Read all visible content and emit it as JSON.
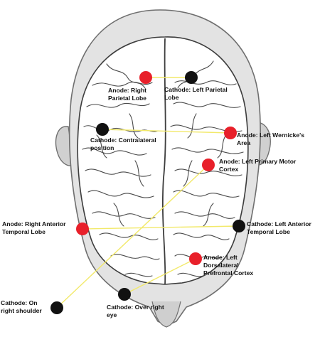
{
  "diagram": {
    "colors": {
      "anode": "#e8202a",
      "cathode": "#111111",
      "connector": "#f2e96a",
      "head_fill": "#e3e3e3",
      "head_stroke": "#6f6f6f",
      "brain_fill": "#ffffff",
      "sulcus": "#4a4a4a"
    },
    "electrodes": [
      {
        "id": "anode-right-parietal",
        "kind": "anode",
        "label_lines": [
          "Anode: Right",
          "Parietal Lobe"
        ]
      },
      {
        "id": "cathode-left-parietal",
        "kind": "cathode",
        "label_lines": [
          "Cathode: Left Parietal",
          "Lobe"
        ]
      },
      {
        "id": "cathode-contralateral",
        "kind": "cathode",
        "label_lines": [
          "Cathode: Contralateral",
          "position"
        ]
      },
      {
        "id": "anode-left-wernicke",
        "kind": "anode",
        "label_lines": [
          "Anode: Left Wernicke's",
          "Area"
        ]
      },
      {
        "id": "anode-left-primary-motor",
        "kind": "anode",
        "label_lines": [
          "Anode: Left Primary Motor",
          "Cortex"
        ]
      },
      {
        "id": "anode-right-anterior-temporal",
        "kind": "anode",
        "label_lines": [
          "Anode: Right Anterior",
          "Temporal Lobe"
        ]
      },
      {
        "id": "cathode-left-anterior-temporal",
        "kind": "cathode",
        "label_lines": [
          "Cathode: Left Anterior",
          "Temporal Lobe"
        ]
      },
      {
        "id": "anode-left-dlpfc",
        "kind": "anode",
        "label_lines": [
          "Anode: Left",
          "Dorsalateral",
          "Prefrontal Cortex"
        ]
      },
      {
        "id": "cathode-over-right-eye",
        "kind": "cathode",
        "label_lines": [
          "Cathode: Over right",
          "eye"
        ]
      },
      {
        "id": "cathode-right-shoulder",
        "kind": "cathode",
        "label_lines": [
          "Cathode: On",
          "right shoulder"
        ]
      }
    ],
    "connections": [
      [
        "anode-right-parietal",
        "cathode-left-parietal"
      ],
      [
        "cathode-contralateral",
        "anode-left-wernicke"
      ],
      [
        "anode-right-anterior-temporal",
        "cathode-left-anterior-temporal"
      ],
      [
        "anode-left-dlpfc",
        "cathode-over-right-eye"
      ],
      [
        "anode-left-primary-motor",
        "cathode-right-shoulder"
      ]
    ]
  }
}
